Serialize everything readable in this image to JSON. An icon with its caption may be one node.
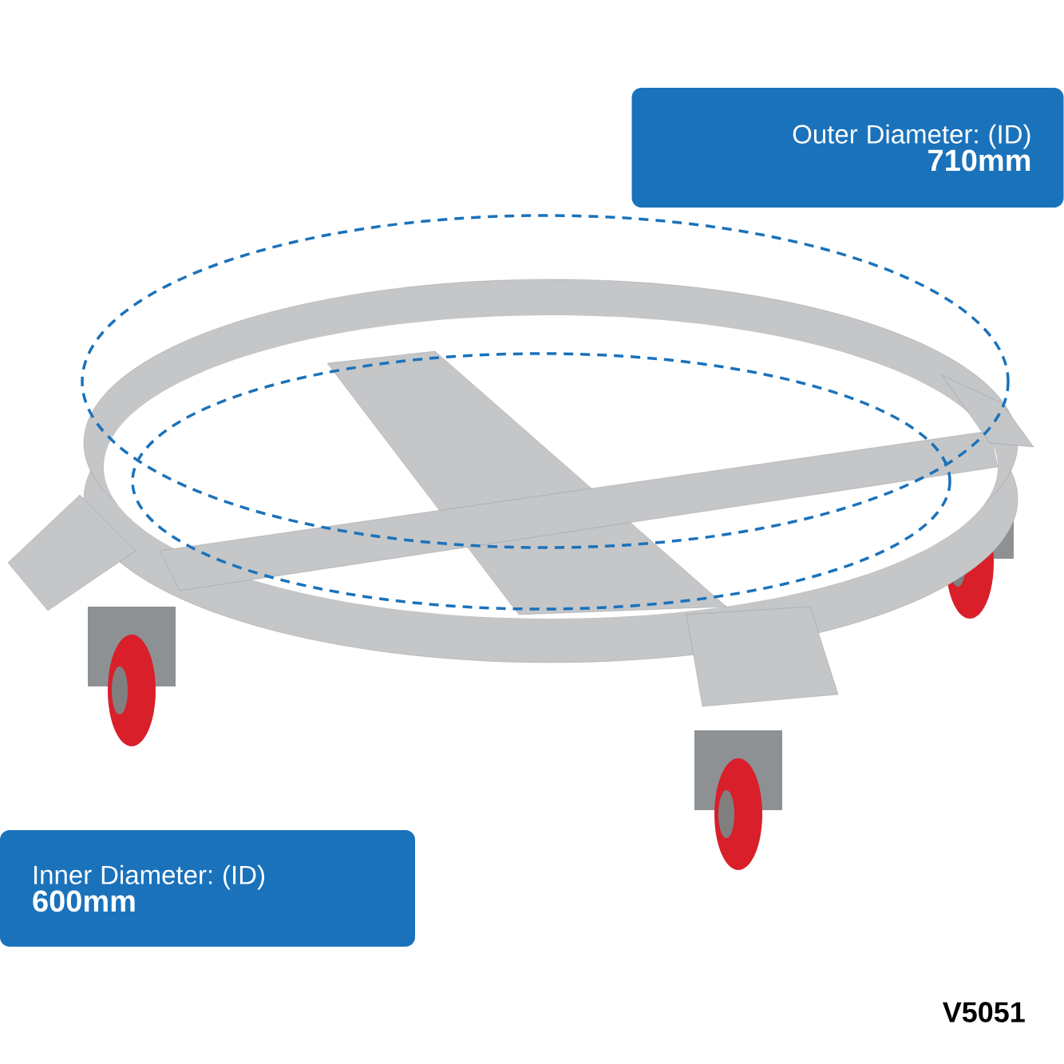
{
  "diagram": {
    "nodes": [
      {
        "text": [
          "Outer Diameter: (ID)",
          "710mm"
        ]
      },
      {
        "text": [
          "Inner Diameter: (ID)",
          "600mm"
        ]
      }
    ],
    "labels": [
      "V5051"
    ]
  }
}
